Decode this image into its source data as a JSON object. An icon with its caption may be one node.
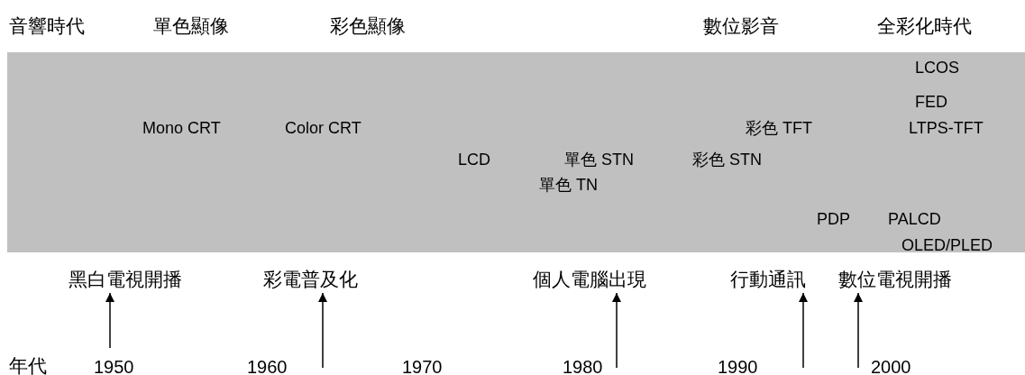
{
  "diagram": {
    "nodes": [
      {
        "text": [
          "LCOS",
          "FED",
          "Mono CRT",
          "Color CRT",
          "彩色 TFT",
          "LTPS-TFT",
          "LCD",
          "單色 STN",
          "彩色 STN",
          "單色 TN",
          "PDP",
          "PALCD",
          "OLED/PLED"
        ]
      },
      {
        "text": [
          "黑白電視開播"
        ]
      },
      {
        "text": [
          "彩電普及化"
        ]
      },
      {
        "text": [
          "個人電腦出現"
        ]
      },
      {
        "text": [
          "行動通訊"
        ]
      },
      {
        "text": [
          "數位電視開播"
        ]
      }
    ],
    "edges": [
      {
        "from": null,
        "to": 1,
        "arrow": "to"
      },
      {
        "from": null,
        "to": 2,
        "arrow": "to"
      },
      {
        "from": null,
        "to": 3,
        "arrow": "to"
      },
      {
        "from": null,
        "to": 4,
        "arrow": "to"
      },
      {
        "from": null,
        "to": 5,
        "arrow": "to"
      }
    ],
    "labels": [
      "音響時代",
      "單色顯像",
      "彩色顯像",
      "數位影音",
      "全彩化時代",
      "年代",
      "1950",
      "1960",
      "1970",
      "1980",
      "1990",
      "2000"
    ]
  }
}
